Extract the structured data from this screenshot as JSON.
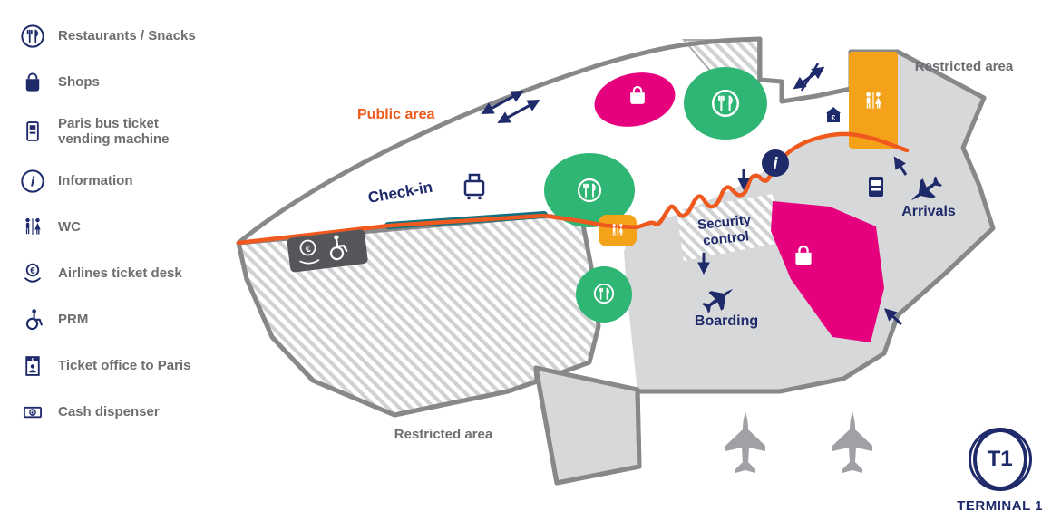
{
  "legend": {
    "items": [
      {
        "icon": "restaurant-icon",
        "label": "Restaurants / Snacks"
      },
      {
        "icon": "shops-icon",
        "label": "Shops"
      },
      {
        "icon": "bus-ticket-machine-icon",
        "label": "Paris bus ticket vending machine"
      },
      {
        "icon": "information-icon",
        "label": "Information"
      },
      {
        "icon": "wc-icon",
        "label": "WC"
      },
      {
        "icon": "airlines-ticket-desk-icon",
        "label": "Airlines ticket desk"
      },
      {
        "icon": "prm-icon",
        "label": "PRM"
      },
      {
        "icon": "ticket-office-icon",
        "label": "Ticket office to Paris"
      },
      {
        "icon": "cash-dispenser-icon",
        "label": "Cash dispenser"
      }
    ]
  },
  "map": {
    "labels": {
      "public_area": "Public area",
      "check_in": "Check-in",
      "security_line1": "Security",
      "security_line2": "control",
      "boarding": "Boarding",
      "arrivals": "Arrivals",
      "restricted_area_top": "Restricted area",
      "restricted_area_bottom": "Restricted area"
    }
  },
  "icons": {
    "euro": "€",
    "info": "i"
  },
  "logo": {
    "badge": "T1",
    "label": "TERMINAL 1"
  },
  "colors": {
    "public_boundary_orange": "#f0591e",
    "restaurant_green": "#2fb574",
    "shops_pink": "#e6007e",
    "wc_amber": "#f5a21b",
    "navy": "#1f2a6b",
    "area_gray": "#d7d8d9",
    "outline_gray": "#87888a",
    "legend_text_gray": "#6d6e71",
    "checkin_teal": "#11717f"
  }
}
